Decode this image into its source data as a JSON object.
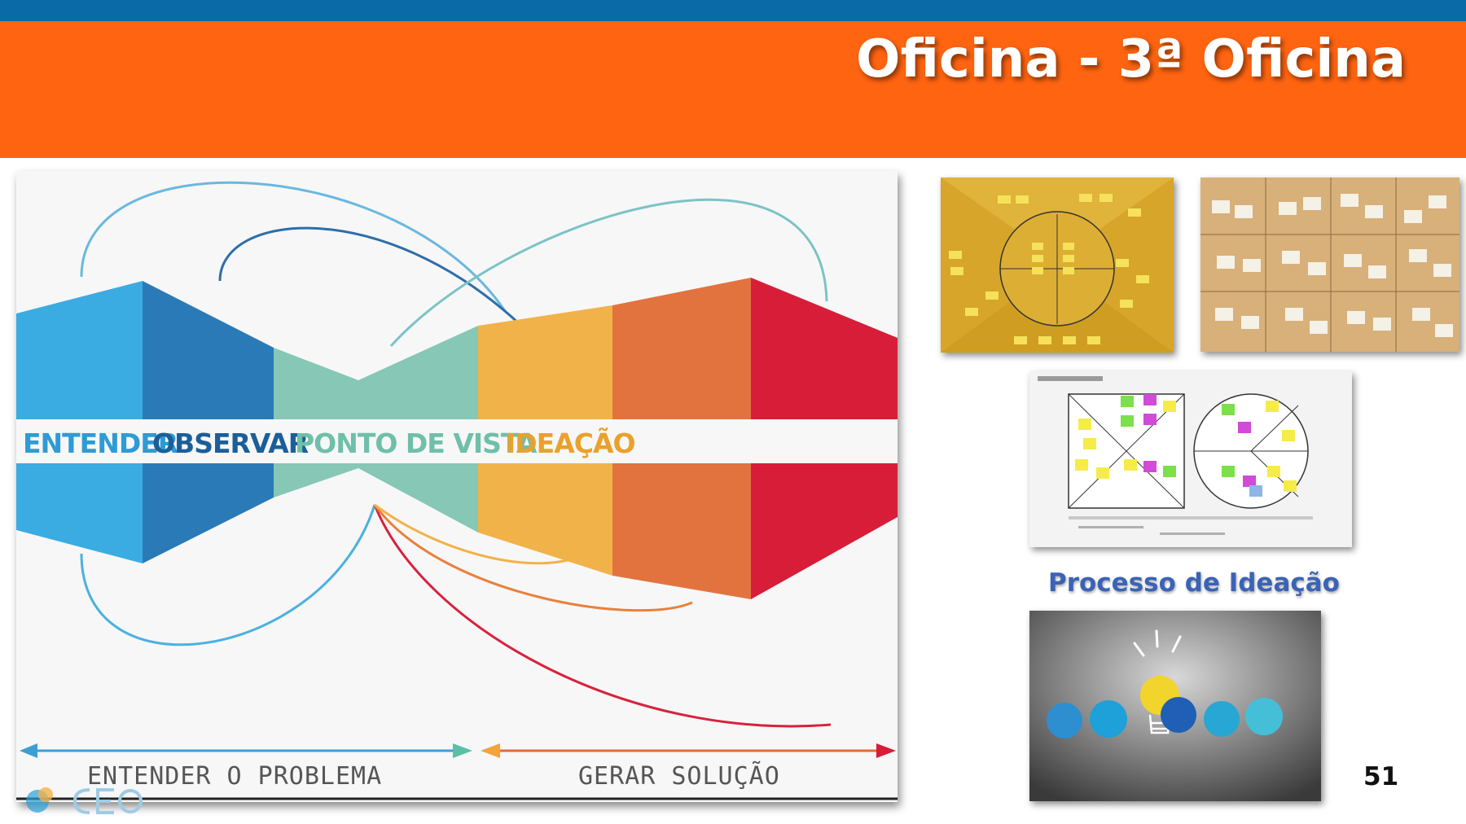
{
  "header": {
    "title": "Oficina - 3ª Oficina"
  },
  "diagram": {
    "phases": [
      {
        "label": "ENTENDER",
        "color": "#2e9bd6"
      },
      {
        "label": "OBSERVAR",
        "color": "#1b5f9a"
      },
      {
        "label": "PONTO DE VISTA",
        "color": "#6fbfa9"
      },
      {
        "label": "IDEAÇÃO",
        "color": "#eaa12c"
      }
    ],
    "arrows": {
      "left_label": "ENTENDER O PROBLEMA",
      "right_label": "GERAR SOLUÇÃO"
    }
  },
  "side": {
    "ideation_label": "Processo de Ideação"
  },
  "slide": {
    "page_number": "51"
  },
  "colors": {
    "topbar": "#0a6aa8",
    "header": "#ff6410",
    "light_blue": "#3aace2",
    "dark_blue": "#2a7ab8",
    "teal": "#86c7b5",
    "yellow": "#f2b24a",
    "orange": "#e2733f",
    "red": "#d81d39"
  }
}
